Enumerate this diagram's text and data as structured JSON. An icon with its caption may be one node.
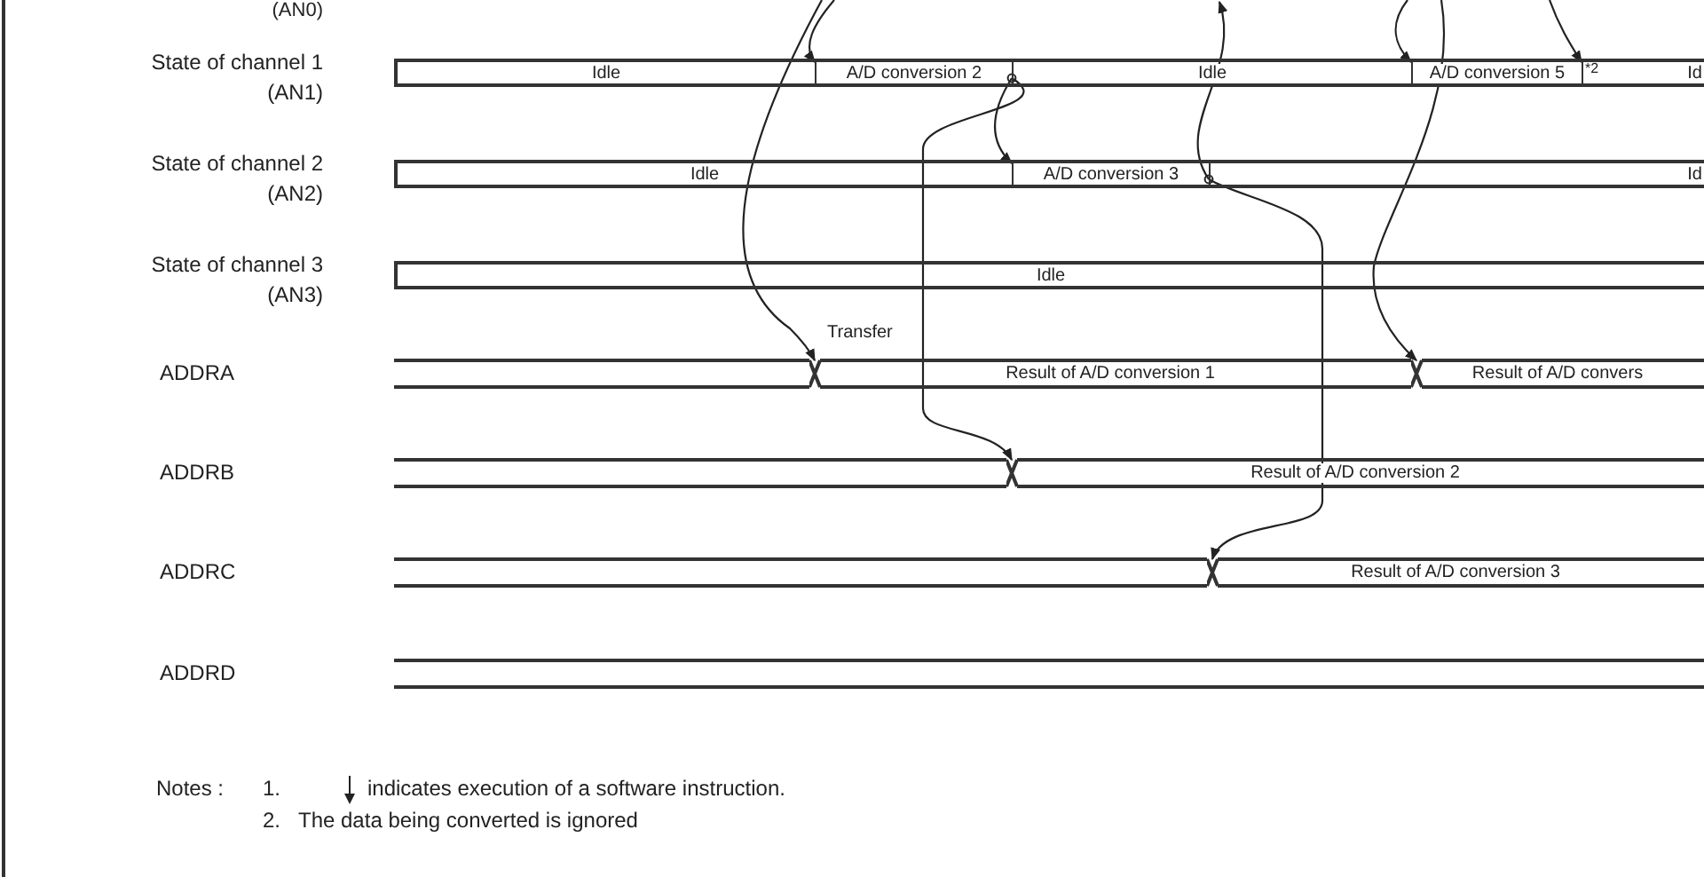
{
  "diagram": {
    "nodes": [
      {
        "text": [
          "Idle"
        ]
      },
      {
        "text": [
          "A/D conversion 2"
        ]
      },
      {
        "text": [
          "Idle"
        ]
      },
      {
        "text": [
          "A/D conversion 5"
        ],
        "beside": [
          "*2"
        ]
      },
      {
        "text": [
          "Id"
        ]
      },
      {
        "text": [
          "Idle"
        ]
      },
      {
        "text": [
          "A/D conversion 3"
        ]
      },
      {
        "text": [
          "Id"
        ]
      },
      {
        "text": [
          "Idle"
        ]
      },
      {
        "text": [],
        "shape": "bar"
      },
      {
        "text": [
          "Result of A/D conversion 1"
        ]
      },
      {
        "text": [
          "Result of A/D convers"
        ]
      },
      {
        "text": [],
        "shape": "bar"
      },
      {
        "text": [
          "Result of A/D conversion 2"
        ]
      },
      {
        "text": [],
        "shape": "bar"
      },
      {
        "text": [
          "Result of A/D conversion 3"
        ]
      },
      {
        "text": [],
        "shape": "bar"
      }
    ],
    "edges": [
      {
        "from": null,
        "to": 1,
        "arrow": "to"
      },
      {
        "from": null,
        "to": 10,
        "arrow": "to",
        "label": "Transfer"
      },
      {
        "from": 1,
        "to": 6,
        "arrow": "to"
      },
      {
        "from": 1,
        "to": 13,
        "arrow": "to"
      },
      {
        "from": 6,
        "to": null,
        "arrow": "to"
      },
      {
        "from": 6,
        "to": 15,
        "arrow": "to"
      },
      {
        "from": null,
        "to": 3,
        "arrow": "to"
      },
      {
        "from": null,
        "to": 11,
        "arrow": "to"
      },
      {
        "from": null,
        "to": 4,
        "arrow": "to"
      }
    ],
    "labels": [
      "(AN0)",
      "State of channel 1 (AN1)",
      "State of channel 2 (AN2)",
      "State of channel 3 (AN3)",
      "ADDRA",
      "ADDRB",
      "ADDRC",
      "ADDRD",
      "Notes :",
      "1.",
      "indicates execution of a software instruction.",
      "2.",
      "The data being converted is ignored"
    ]
  }
}
